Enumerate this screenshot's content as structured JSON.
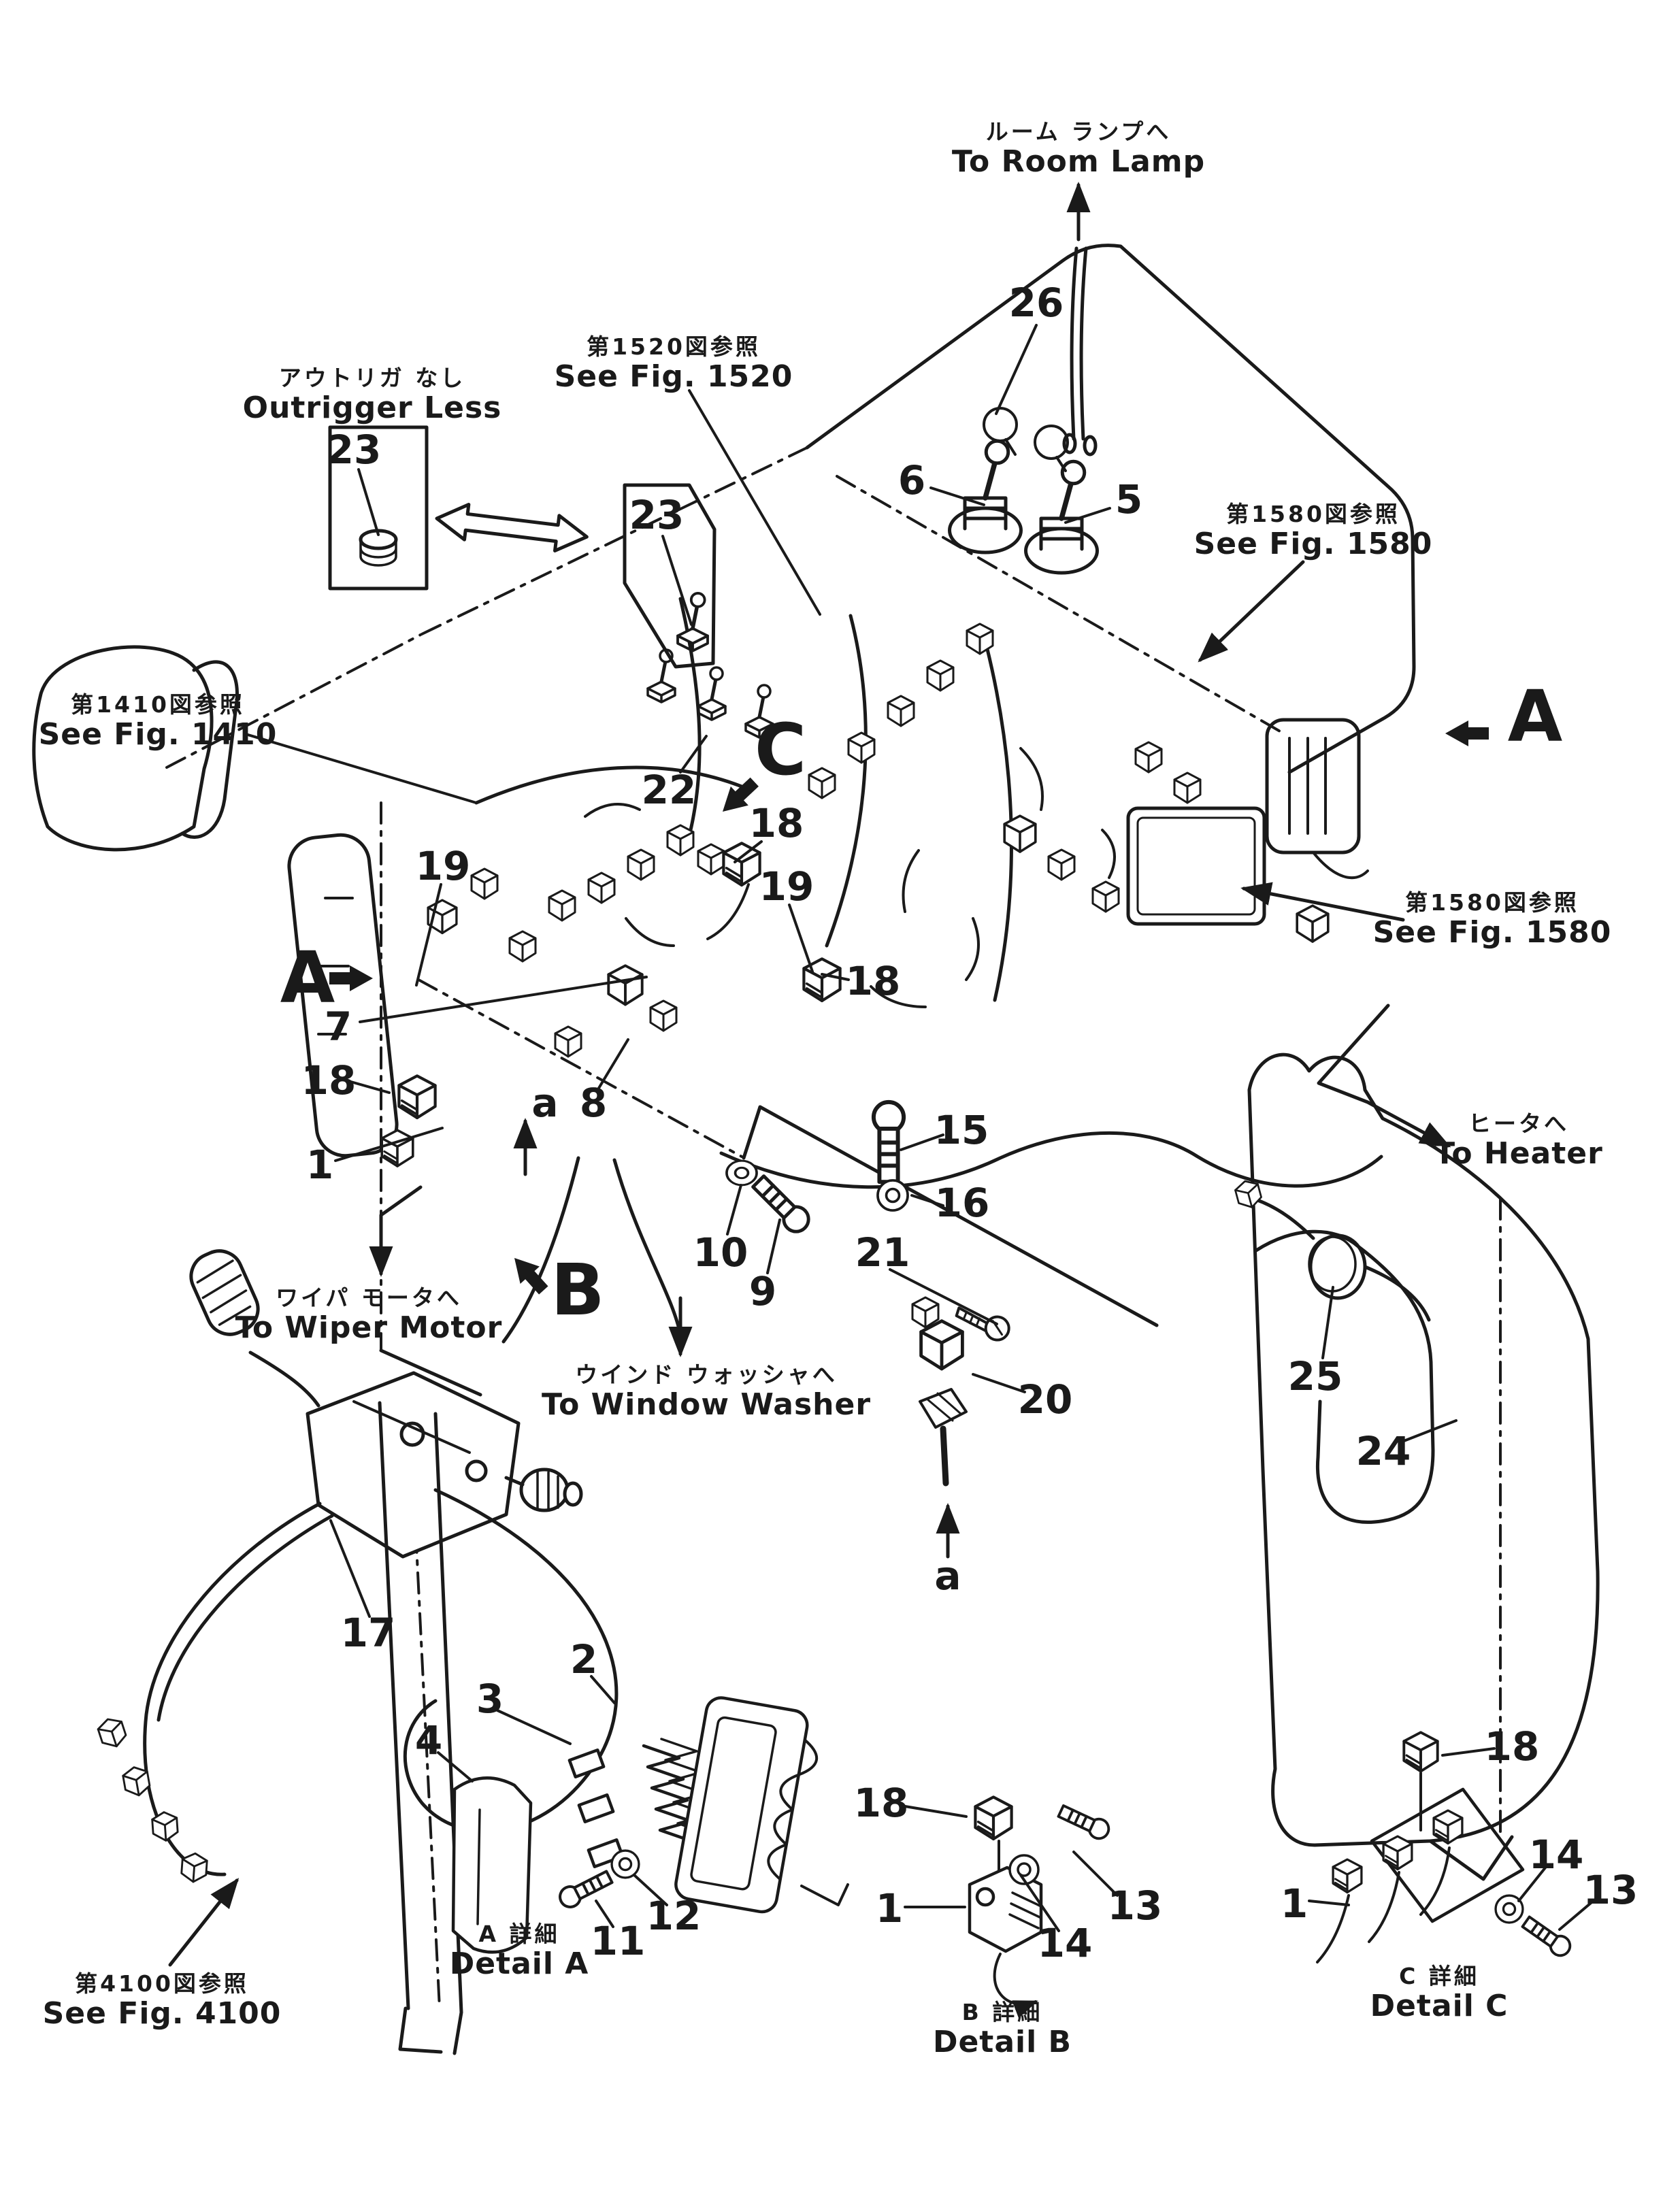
{
  "page": {
    "background": "#ffffff",
    "ink": "#1a1a1a",
    "type": "parts-catalog-wiring-diagram"
  },
  "destinations": {
    "room_lamp": {
      "jp": "ルーム ランプへ",
      "en": "To Room Lamp"
    },
    "heater": {
      "jp": "ヒータへ",
      "en": "To Heater"
    },
    "wiper_motor": {
      "jp": "ワイパ モータへ",
      "en": "To Wiper Motor"
    },
    "window_washer": {
      "jp": "ウインド ウォッシャへ",
      "en": "To Window Washer"
    }
  },
  "figure_refs": {
    "fig_1520": {
      "jp": "第1520図参照",
      "en": "See Fig. 1520"
    },
    "fig_1580_top": {
      "jp": "第1580図参照",
      "en": "See Fig. 1580"
    },
    "fig_1580_right": {
      "jp": "第1580図参照",
      "en": "See Fig. 1580"
    },
    "fig_1410": {
      "jp": "第1410図参照",
      "en": "See Fig. 1410"
    },
    "fig_4100": {
      "jp": "第4100図参照",
      "en": "See Fig. 4100"
    }
  },
  "inset": {
    "title_jp": "アウトリガ なし",
    "title_en": "Outrigger Less"
  },
  "view_markers": {
    "a_left": "A",
    "a_right": "A",
    "b": "B",
    "c": "C"
  },
  "details": {
    "a": {
      "caption_jp": "A 詳細",
      "caption_en": "Detail A"
    },
    "b": {
      "caption_jp": "B 詳細",
      "caption_en": "Detail B"
    },
    "c": {
      "caption_jp": "C 詳細",
      "caption_en": "Detail C"
    }
  },
  "callouts": [
    {
      "label": "26"
    },
    {
      "label": "6"
    },
    {
      "label": "5"
    },
    {
      "label": "23"
    },
    {
      "label": "23"
    },
    {
      "label": "22"
    },
    {
      "label": "19"
    },
    {
      "label": "18"
    },
    {
      "label": "19"
    },
    {
      "label": "18"
    },
    {
      "label": "7"
    },
    {
      "label": "18"
    },
    {
      "label": "1"
    },
    {
      "label": "a"
    },
    {
      "label": "8"
    },
    {
      "label": "10"
    },
    {
      "label": "9"
    },
    {
      "label": "15"
    },
    {
      "label": "16"
    },
    {
      "label": "21"
    },
    {
      "label": "20"
    },
    {
      "label": "a"
    },
    {
      "label": "25"
    },
    {
      "label": "24"
    },
    {
      "label": "17"
    },
    {
      "label": "2"
    },
    {
      "label": "3"
    },
    {
      "label": "4"
    },
    {
      "label": "12"
    },
    {
      "label": "11"
    },
    {
      "label": "18"
    },
    {
      "label": "1"
    },
    {
      "label": "13"
    },
    {
      "label": "14"
    },
    {
      "label": "18"
    },
    {
      "label": "14"
    },
    {
      "label": "13"
    },
    {
      "label": "1"
    }
  ]
}
